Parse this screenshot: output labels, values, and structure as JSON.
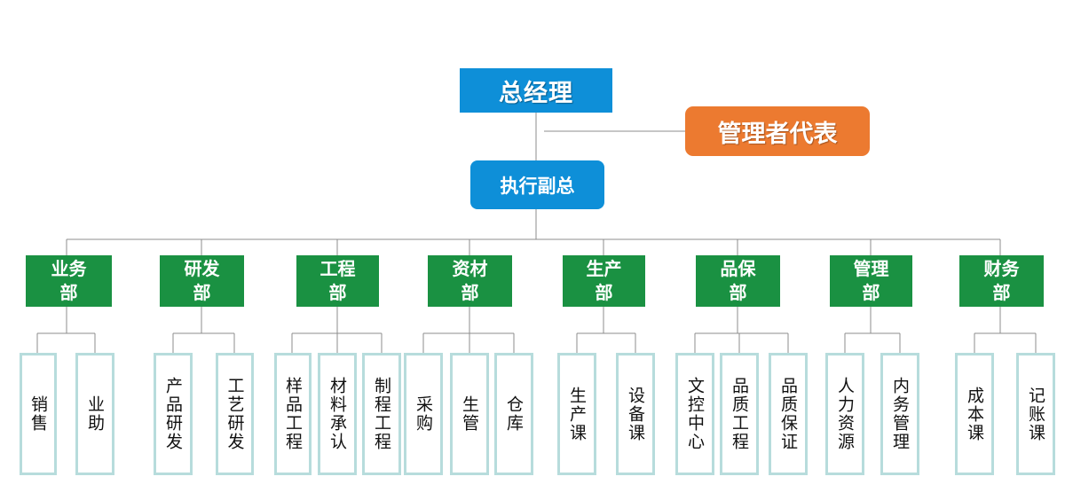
{
  "top": {
    "general_manager": "总经理",
    "management_rep": "管理者代表",
    "exec_vp": "执行副总"
  },
  "departments": [
    {
      "label": "业务部",
      "units": [
        "销售",
        "业助"
      ]
    },
    {
      "label": "研发部",
      "units": [
        "产品研发",
        "工艺研发"
      ]
    },
    {
      "label": "工程部",
      "units": [
        "样品工程",
        "材料承认",
        "制程工程"
      ]
    },
    {
      "label": "资材部",
      "units": [
        "采购",
        "生管",
        "仓库"
      ]
    },
    {
      "label": "生产部",
      "units": [
        "生产课",
        "设备课"
      ]
    },
    {
      "label": "品保部",
      "units": [
        "文控中心",
        "品质工程",
        "品质保证"
      ]
    },
    {
      "label": "管理部",
      "units": [
        "人力资源",
        "内务管理"
      ]
    },
    {
      "label": "财务部",
      "units": [
        "成本课",
        "记账课"
      ]
    }
  ],
  "colors": {
    "top_blue": "#0e8fd8",
    "rep_orange": "#ec7a30",
    "dept_green": "#1a9142",
    "unit_border": "#b7dcdc",
    "line": "#8c8c8c"
  }
}
